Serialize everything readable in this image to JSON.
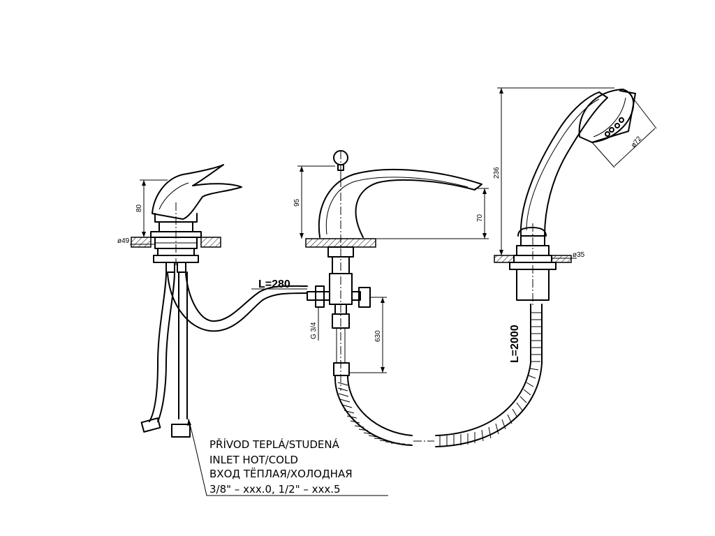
{
  "dimensions": {
    "basin_height": "80",
    "basin_diameter": "ø49",
    "spout_height": "95",
    "spout_outlet_height": "70",
    "hose_length_left": "L=280",
    "thread": "G 3/4",
    "drop": "630",
    "shower_height": "236",
    "shower_head_diameter": "ø72",
    "shower_base_diameter": "ø35",
    "hose_length_right": "L=2000"
  },
  "note": {
    "line1": "PŘÍVOD TEPLÁ/STUDENÁ",
    "line2": "INLET HOT/COLD",
    "line3": "ВХОД ТЁПЛАЯ/ХОЛОДНАЯ",
    "line4": "3/8\" – xxx.0, 1/2\" – xxx.5"
  }
}
